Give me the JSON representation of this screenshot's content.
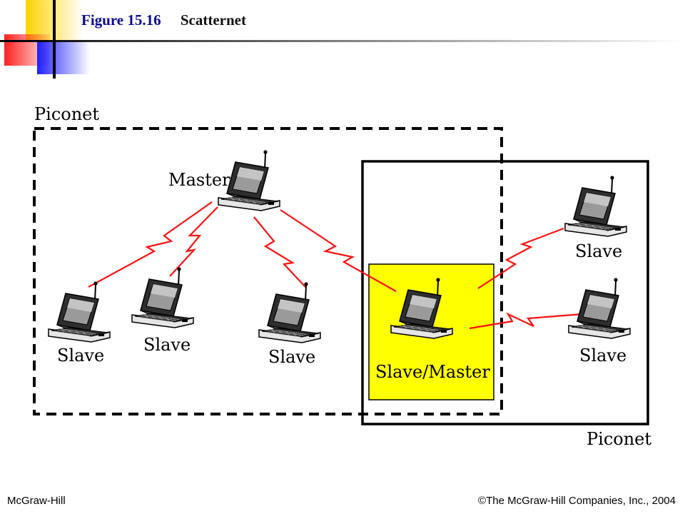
{
  "slide": {
    "figure_number": "Figure 15.16",
    "figure_name": "Scatternet",
    "footer_left": "McGraw-Hill",
    "footer_right": "©The McGraw-Hill Companies, Inc., 2004"
  },
  "diagram": {
    "piconet_left_label": "Piconet",
    "piconet_right_label": "Piconet",
    "nodes": {
      "master": "Master",
      "slave_1": "Slave",
      "slave_2": "Slave",
      "slave_3": "Slave",
      "bridge": "Slave/Master",
      "slave_4": "Slave",
      "slave_5": "Slave"
    },
    "colors": {
      "title": "#0b0b96",
      "bridge_fill": "#ffff00",
      "wireless_link": "#ff1010",
      "deco_yellow": "#ffd200",
      "deco_red": "#ff3030",
      "deco_blue": "#3030ff"
    }
  }
}
